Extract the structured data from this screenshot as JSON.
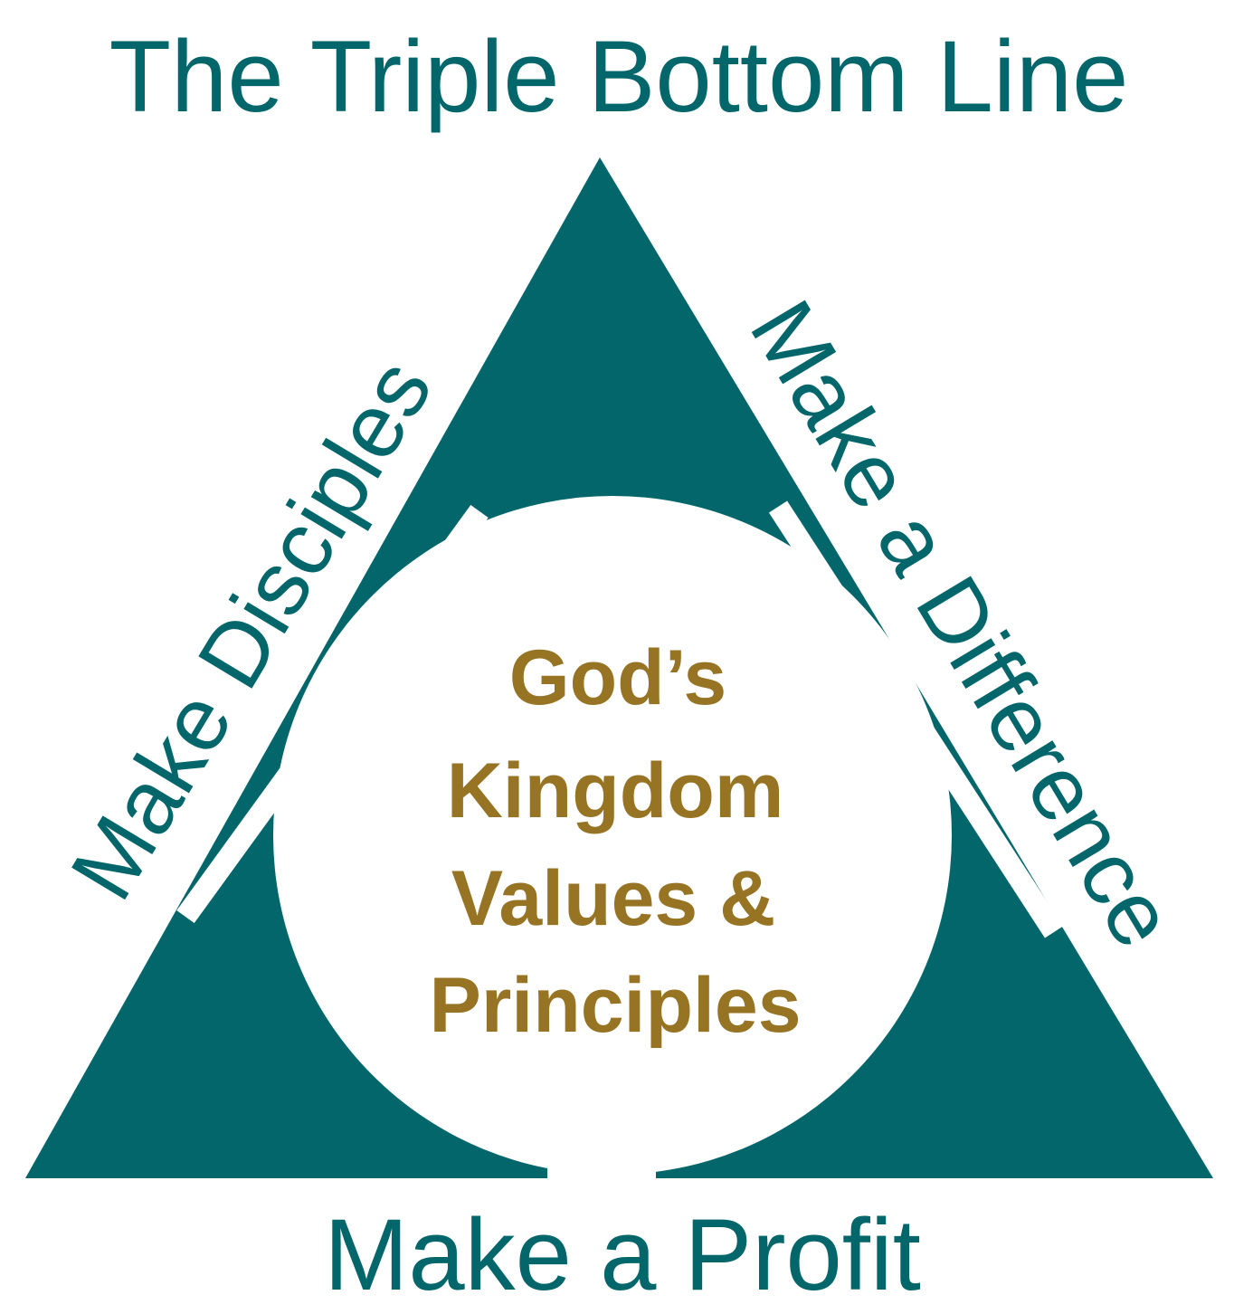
{
  "title": "The Triple Bottom Line",
  "sides": {
    "left": "Make Disciples",
    "right": "Make a Difference",
    "bottom": "Make a Profit"
  },
  "center": {
    "lines": [
      "God’s",
      "Kingdom",
      "Values &",
      "Principles"
    ]
  },
  "colors": {
    "teal": "#02666a",
    "gold": "#977424",
    "background": "#ffffff"
  }
}
